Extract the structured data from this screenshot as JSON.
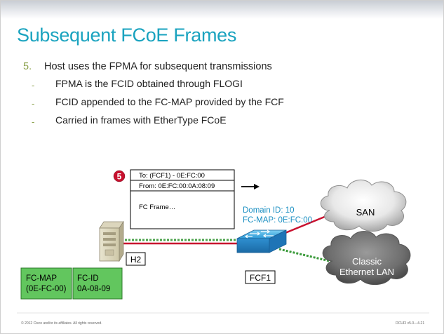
{
  "slide": {
    "title": "Subsequent FCoE Frames",
    "step": {
      "number": "5.",
      "text": "Host uses the FPMA for subsequent transmissions"
    },
    "dash": "-",
    "sub_bullets": [
      "FPMA is the FCID obtained through FLOGI",
      "FCID appended to the FC-MAP provided by the FCF",
      "Carried in frames with EtherType FCoE"
    ]
  },
  "diagram": {
    "step_badge": "5",
    "frame": {
      "to": "To: (FCF1) - 0E:FC:00",
      "from": "From: 0E:FC:00:0A:08:09",
      "payload": "FC Frame…"
    },
    "domain_id": "Domain ID: 10",
    "fc_map": "FC-MAP: 0E:FC:00",
    "san_label": "SAN",
    "lan_label_line1": "Classic",
    "lan_label_line2": "Ethernet LAN",
    "host_label": "H2",
    "fcf_label": "FCF1",
    "fc_map_box": {
      "title": "FC-MAP",
      "value": "(0E-FC-00)"
    },
    "fc_id_box": {
      "title": "FC-ID",
      "value": "0A-08-09"
    },
    "colors": {
      "title": "#1aa3bf",
      "fc_link": "#c8102e",
      "ethernet_link": "#3a9a3a",
      "annotation": "#1b8fc2",
      "id_boxes": "#62c65e"
    }
  },
  "footer": {
    "copyright": "© 2012 Cisco and/or its affiliates. All rights reserved.",
    "course_code": "DCUFI v5.0—4-21"
  }
}
